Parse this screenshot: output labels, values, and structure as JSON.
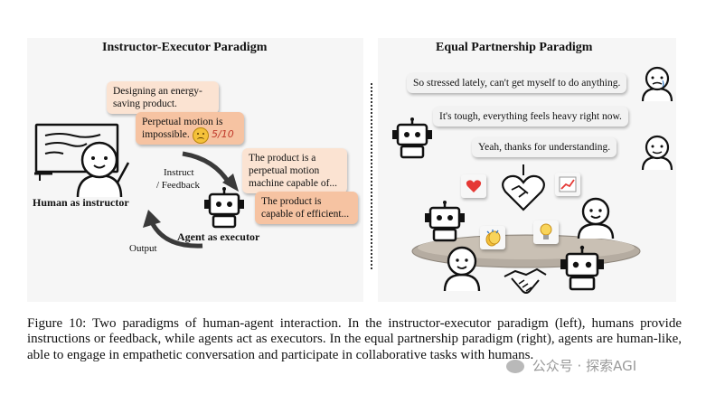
{
  "left": {
    "title": "Instructor-Executor Paradigm",
    "bubbles": {
      "designing": "Designing an energy-saving product.",
      "perpetual": "Perpetual motion is impossible.",
      "score": "5/10",
      "product1": "The product is a perpetual motion machine capable of...",
      "product2": "The product is capable of efficient..."
    },
    "labels": {
      "instruct": "Instruct",
      "feedback": "/ Feedback",
      "output": "Output",
      "human": "Human as instructor",
      "agent": "Agent as executor"
    }
  },
  "right": {
    "title": "Equal Partnership Paradigm",
    "bubbles": {
      "stressed": "So stressed lately, can't get myself to do anything.",
      "tough": "It's tough, everything feels heavy right now.",
      "thanks": "Yeah, thanks for understanding."
    },
    "icons": [
      "heart-icon",
      "chart-icon",
      "clap-icon",
      "lightbulb-icon",
      "heart-handshake-icon",
      "handshake-icon"
    ]
  },
  "caption": "Figure 10: Two paradigms of human-agent interaction. In the instructor-executor paradigm (left), humans provide instructions or feedback, while agents act as executors. In the equal partnership paradigm (right), agents are human-like, able to engage in empathetic conversation and participate in collaborative tasks with humans.",
  "watermark": "公众号 · 探索AGI",
  "colors": {
    "bubble_light": "#fbe3d2",
    "bubble_dark": "#f6c3a2",
    "bubble_gray": "#f2f2f2",
    "score": "#c0392b"
  }
}
